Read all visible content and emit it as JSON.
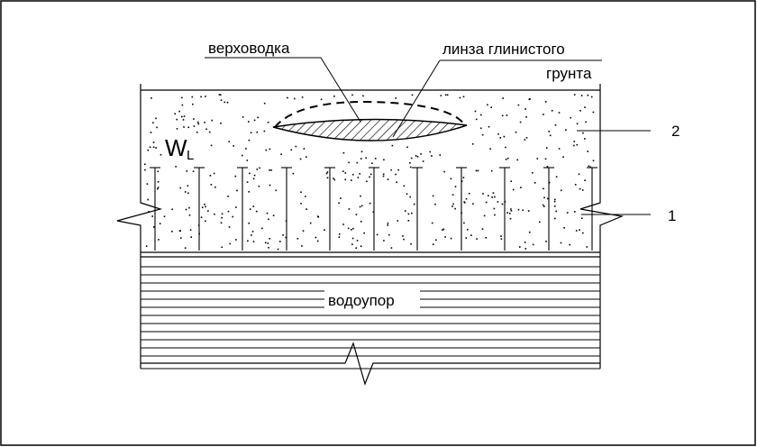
{
  "labels": {
    "perched_water": "верховодка",
    "clay_lens_line1": "линза глинистого",
    "clay_lens_line2": "грунта",
    "aquitard": "водоупор",
    "wl_main": "W",
    "wl_sub": "L",
    "marker_1": "1",
    "marker_2": "2"
  },
  "colors": {
    "stroke": "#000000",
    "background": "#ffffff"
  }
}
